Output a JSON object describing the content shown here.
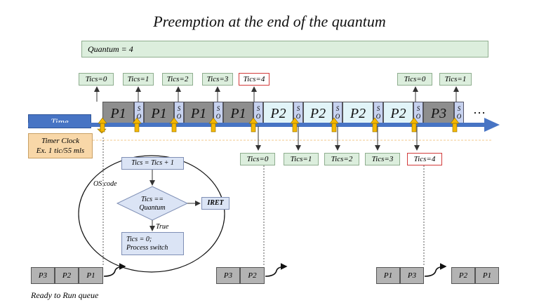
{
  "title": "Preemption at the end of the quantum",
  "quantum_label": "Quantum = 4",
  "time_label": "Time",
  "timer_clock": {
    "line1": "Timer Clock",
    "line2": "Ex. 1 tic/55 mls"
  },
  "top_tics": [
    "Tics=0",
    "Tics=1",
    "Tics=2",
    "Tics=3",
    "Tics=4",
    "Tics=0",
    "Tics=1"
  ],
  "bottom_tics": [
    "Tics=0",
    "Tics=1",
    "Tics=2",
    "Tics=3",
    "Tics=4"
  ],
  "timeline": {
    "processes": [
      "P1",
      "P1",
      "P1",
      "P1",
      "P2",
      "P2",
      "P2",
      "P2",
      "P3"
    ],
    "so": [
      "S",
      "O"
    ],
    "ellipsis": "…"
  },
  "flowchart": {
    "os_code": "OS code",
    "step1": "Tics = Tics + 1",
    "decision_line1": "Tics ==",
    "decision_line2": "Quantum",
    "iret": "IRET",
    "true_label": "True",
    "step2_line1": "Tics = 0;",
    "step2_line2": "Process switch"
  },
  "queues": [
    [
      "P3",
      "P2",
      "P1"
    ],
    [
      "P3",
      "P2"
    ],
    [
      "P1",
      "P3"
    ],
    [
      "P2",
      "P1"
    ]
  ],
  "ready_queue_label": "Ready to Run queue",
  "colors": {
    "time_bar": "#4774c4",
    "gray_process": "#8e8e8e",
    "light_process": "#e1f4f8",
    "so_block": "#c7d2ef",
    "tics_box": "#dceedd",
    "timer_box": "#f8d7a8",
    "highlight_border": "#d23b3b",
    "tick_arrow": "#f5b800"
  }
}
